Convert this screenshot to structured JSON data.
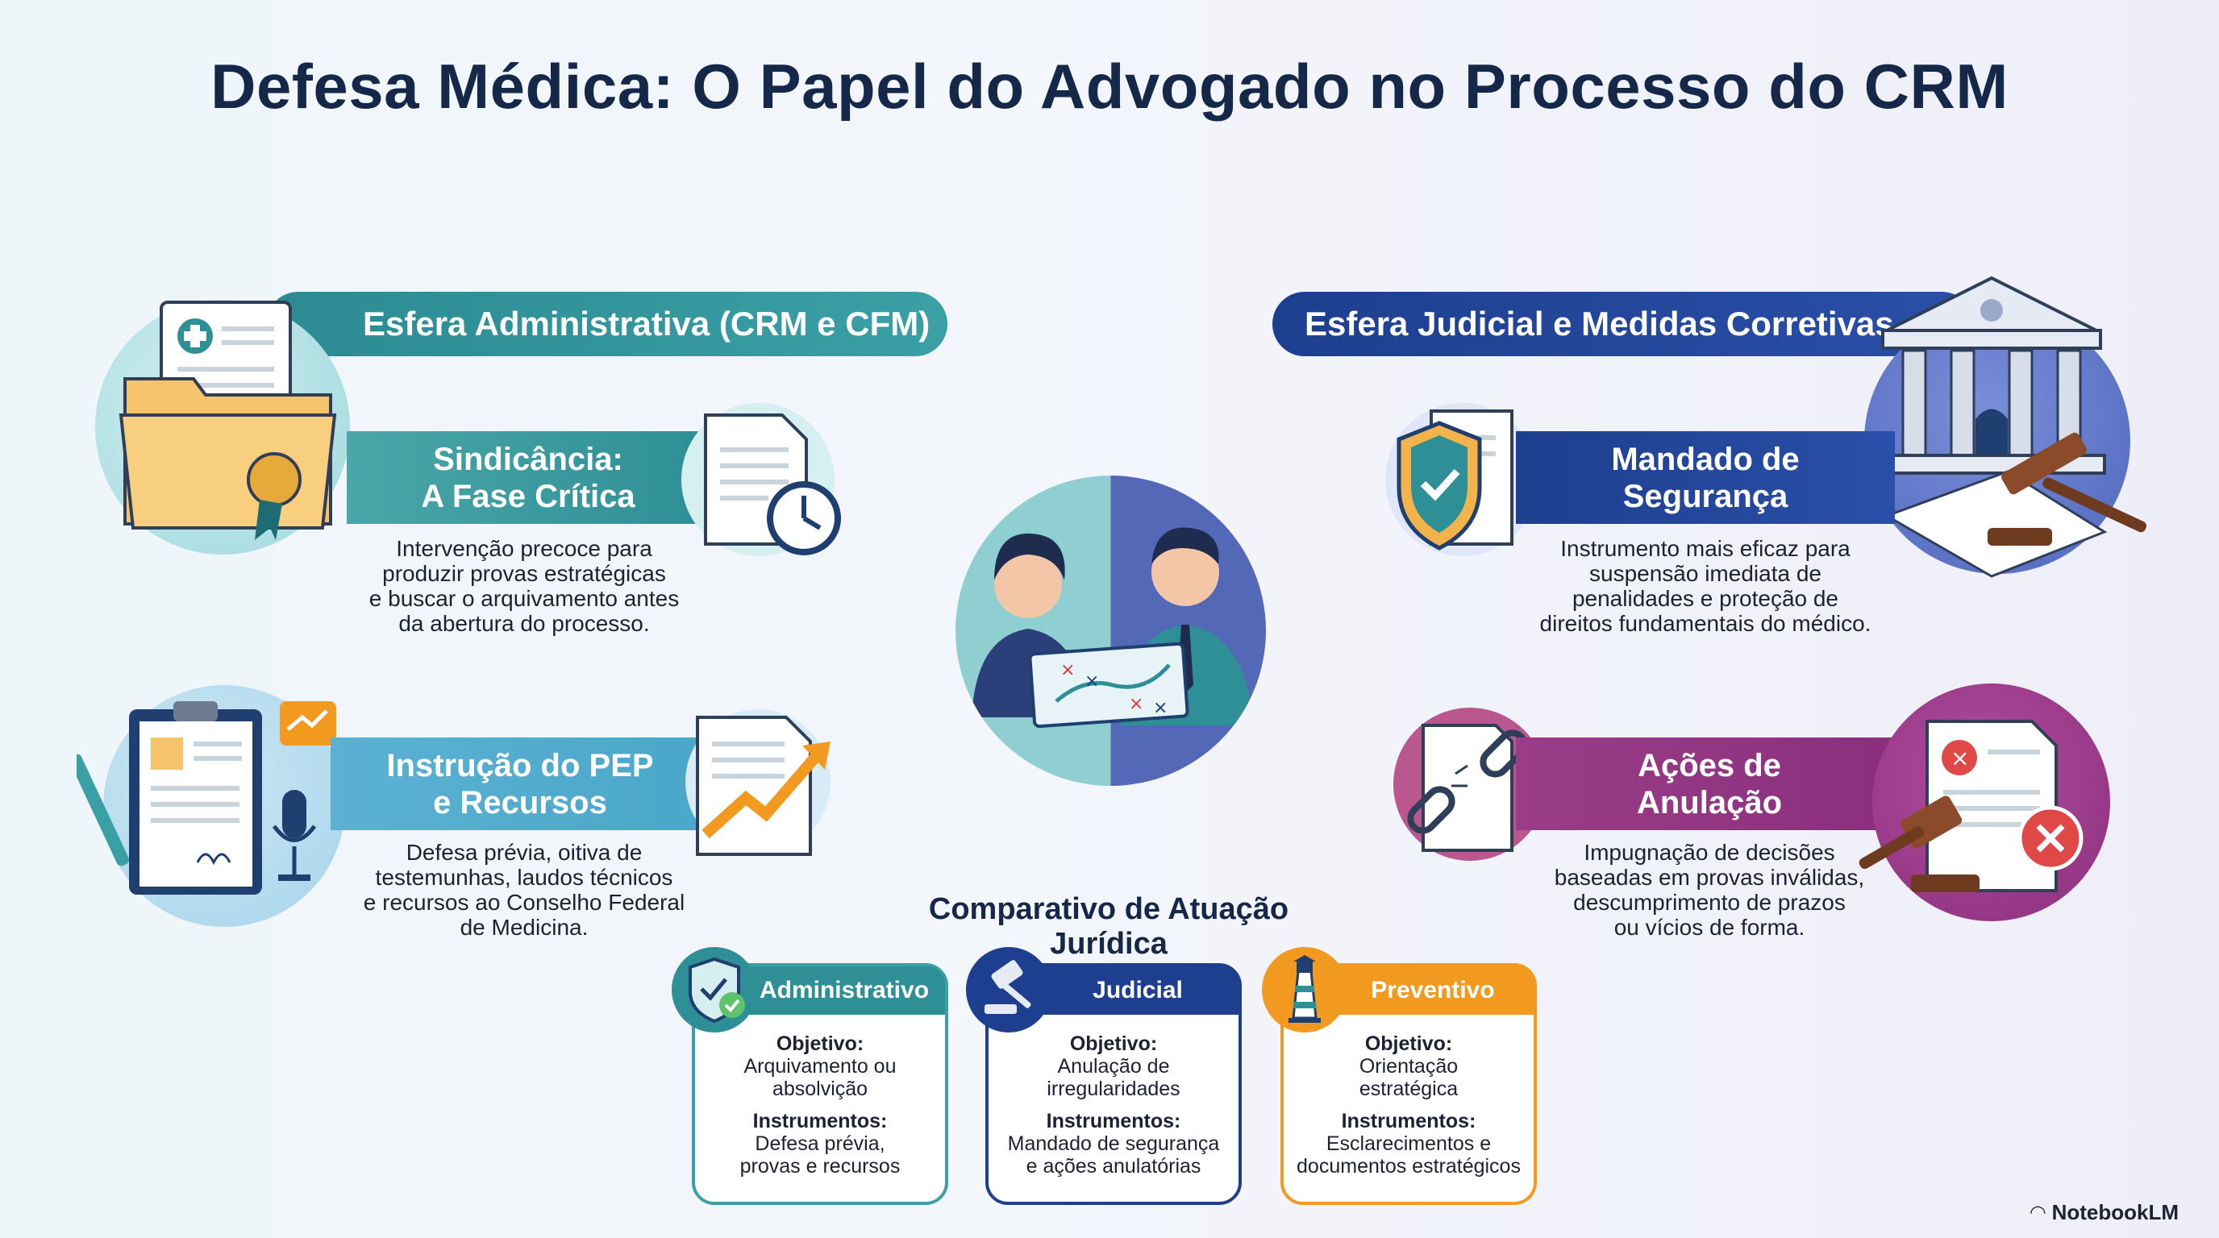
{
  "title": "Defesa Médica: O Papel do Advogado no Processo do CRM",
  "left_banner": "Esfera Administrativa (CRM e CFM)",
  "right_banner": "Esfera Judicial e Medidas Corretivas",
  "sindicancia": {
    "heading_line1": "Sindicância:",
    "heading_line2": "A Fase Crítica",
    "desc": [
      "Intervenção precoce para",
      "produzir provas estratégicas",
      "e buscar o arquivamento antes",
      "da abertura do processo."
    ]
  },
  "instrucao": {
    "heading_line1": "Instrução do PEP",
    "heading_line2": "e Recursos",
    "desc": [
      "Defesa prévia, oitiva de",
      "testemunhas, laudos técnicos",
      "e recursos ao Conselho Federal",
      "de Medicina."
    ]
  },
  "mandado": {
    "heading_line1": "Mandado de",
    "heading_line2": "Segurança",
    "desc": [
      "Instrumento mais eficaz para",
      "suspensão imediata de",
      "penalidades e proteção de",
      "direitos fundamentais do médico."
    ]
  },
  "acoes": {
    "heading_line1": "Ações de",
    "heading_line2": "Anulação",
    "desc": [
      "Impugnação de decisões",
      "baseadas em provas inválidas,",
      "descumprimento de prazos",
      "ou vícios de forma."
    ]
  },
  "comparison": {
    "title": "Comparativo de Atuação Jurídica",
    "cards": [
      {
        "label": "Administrativo",
        "objective_label": "Objetivo:",
        "objective": [
          "Arquivamento ou",
          "absolvição"
        ],
        "instruments_label": "Instrumentos:",
        "instruments": [
          "Defesa prévia,",
          "provas e recursos"
        ]
      },
      {
        "label": "Judicial",
        "objective_label": "Objetivo:",
        "objective": [
          "Anulação de",
          "irregularidades"
        ],
        "instruments_label": "Instrumentos:",
        "instruments": [
          "Mandado de segurança",
          "e ações anulatórias"
        ]
      },
      {
        "label": "Preventivo",
        "objective_label": "Objetivo:",
        "objective": [
          "Orientação",
          "estratégica"
        ],
        "instruments_label": "Instrumentos:",
        "instruments": [
          "Esclarecimentos e",
          "documentos estratégicos"
        ]
      }
    ]
  },
  "brand": "NotebookLM",
  "colors": {
    "teal": "#2e8f96",
    "light_blue": "#4aa7c9",
    "navy": "#1e3f8f",
    "purple": "#8a2f7d",
    "orange": "#f29a1f",
    "title": "#16284a"
  }
}
